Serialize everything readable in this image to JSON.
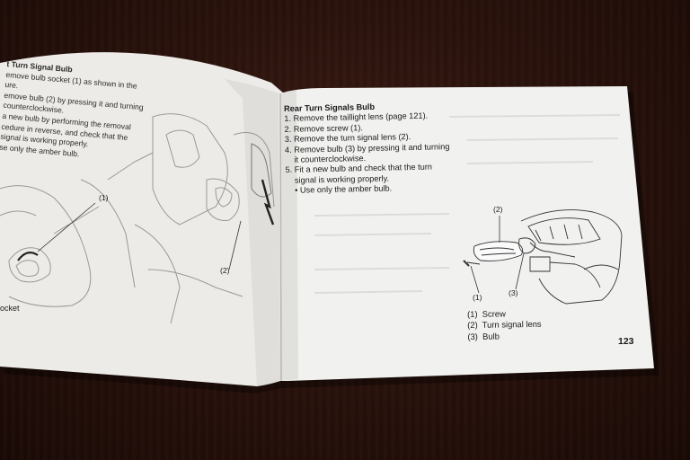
{
  "left_page": {
    "heading": "t Turn Signal Bulb",
    "lines": [
      "emove bulb socket (1) as shown in the",
      "ure.",
      "emove bulb (2) by pressing it and turning",
      "counterclockwise.",
      "a new bulb by performing the removal",
      "cedure in reverse, and check that the",
      "signal is working properly.",
      "se only the amber bulb."
    ],
    "callout_1": "(1)",
    "callout_2": "(2)",
    "caption_fragment": "ocket"
  },
  "right_page": {
    "heading": "Rear Turn Signals Bulb",
    "steps": [
      "1. Remove the taillight lens (page 121).",
      "2. Remove screw (1).",
      "3. Remove the turn signal lens (2).",
      "4. Remove bulb (3) by pressing it and turning",
      "    it counterclockwise.",
      "5. Fit a new bulb and check that the turn",
      "    signal is working properly.",
      "    • Use only the amber bulb."
    ],
    "callout_1": "(1)",
    "callout_2": "(2)",
    "callout_3": "(3)",
    "captions": [
      "(1)  Screw",
      "(2)  Turn signal lens",
      "(3)  Bulb"
    ],
    "page_number": "123"
  }
}
